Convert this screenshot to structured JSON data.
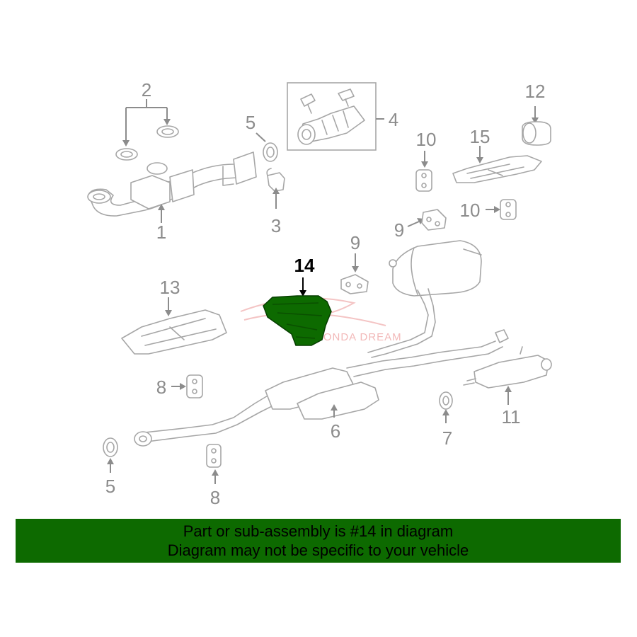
{
  "diagram": {
    "highlighted_part": "14",
    "callouts": {
      "p1": "1",
      "p2": "2",
      "p3": "3",
      "p4": "4",
      "p5a": "5",
      "p5b": "5",
      "p6": "6",
      "p7": "7",
      "p8a": "8",
      "p8b": "8",
      "p9a": "9",
      "p9b": "9",
      "p10a": "10",
      "p10b": "10",
      "p11": "11",
      "p12": "12",
      "p13": "13",
      "p14": "14",
      "p15": "15"
    },
    "watermark": "HONDA DREAM"
  },
  "banner": {
    "line1": "Part or sub-assembly is #14 in diagram",
    "line2": "Diagram may not be specific to your vehicle",
    "background_color": "#0d6a00"
  },
  "colors": {
    "highlight": "#0d6a00",
    "line_art": "#a6a6a6"
  }
}
